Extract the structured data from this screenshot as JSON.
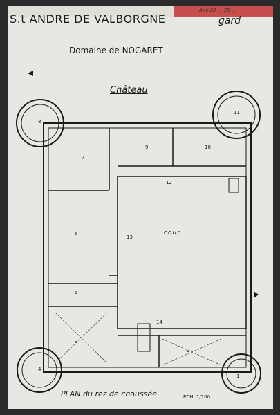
{
  "header": {
    "commune": "S.t ANDRE DE VALBORGNE",
    "department": "gard",
    "stamp_note": "Anx 20 ... 25 ...",
    "accent_color": "#c53a3a"
  },
  "plan": {
    "domaine": "Domaine de NOGARET",
    "building": "Château",
    "caption": "PLAN du rez de chaussée",
    "scale": "ECH. 1/100",
    "courtyard_label": "cour",
    "rooms": [
      "1",
      "2",
      "3",
      "4",
      "5",
      "6",
      "7",
      "8",
      "9",
      "10",
      "11",
      "12",
      "13",
      "14"
    ]
  },
  "colors": {
    "paper": "#e7e7e4",
    "ink": "#1a1a1a",
    "mount": "#2a2a2a"
  }
}
